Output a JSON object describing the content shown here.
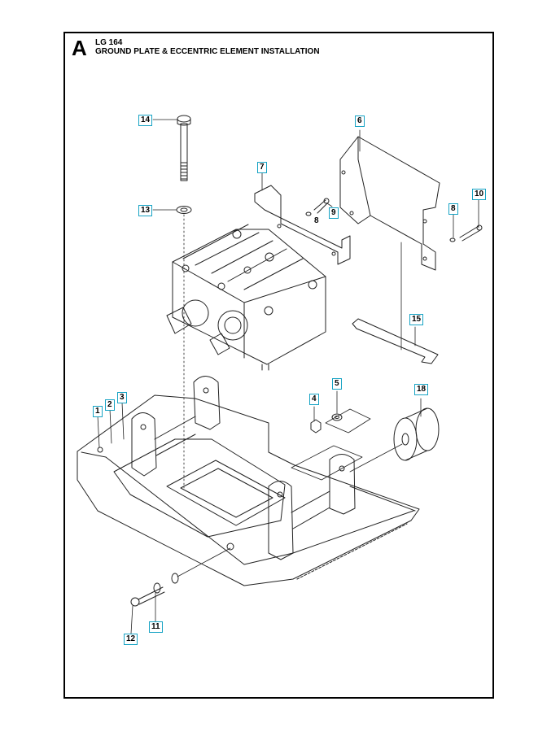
{
  "header": {
    "section_letter": "A",
    "model": "LG 164",
    "title": "GROUND PLATE & ECCENTRIC ELEMENT INSTALLATION"
  },
  "colors": {
    "frame": "#000000",
    "callout_border": "#17a3c4",
    "line": "#222222"
  },
  "callouts": [
    {
      "id": "14",
      "text": "14",
      "boxed": true
    },
    {
      "id": "13",
      "text": "13",
      "boxed": true
    },
    {
      "id": "7",
      "text": "7",
      "boxed": true
    },
    {
      "id": "6",
      "text": "6",
      "boxed": true
    },
    {
      "id": "9",
      "text": "9",
      "boxed": true
    },
    {
      "id": "8a",
      "text": "8",
      "boxed": false
    },
    {
      "id": "8b",
      "text": "8",
      "boxed": true
    },
    {
      "id": "10",
      "text": "10",
      "boxed": true
    },
    {
      "id": "15",
      "text": "15",
      "boxed": true
    },
    {
      "id": "18",
      "text": "18",
      "boxed": true
    },
    {
      "id": "4",
      "text": "4",
      "boxed": true
    },
    {
      "id": "5",
      "text": "5",
      "boxed": true
    },
    {
      "id": "1",
      "text": "1",
      "boxed": true
    },
    {
      "id": "2",
      "text": "2",
      "boxed": true
    },
    {
      "id": "3",
      "text": "3",
      "boxed": true
    },
    {
      "id": "11",
      "text": "11",
      "boxed": true
    },
    {
      "id": "12",
      "text": "12",
      "boxed": true
    }
  ]
}
